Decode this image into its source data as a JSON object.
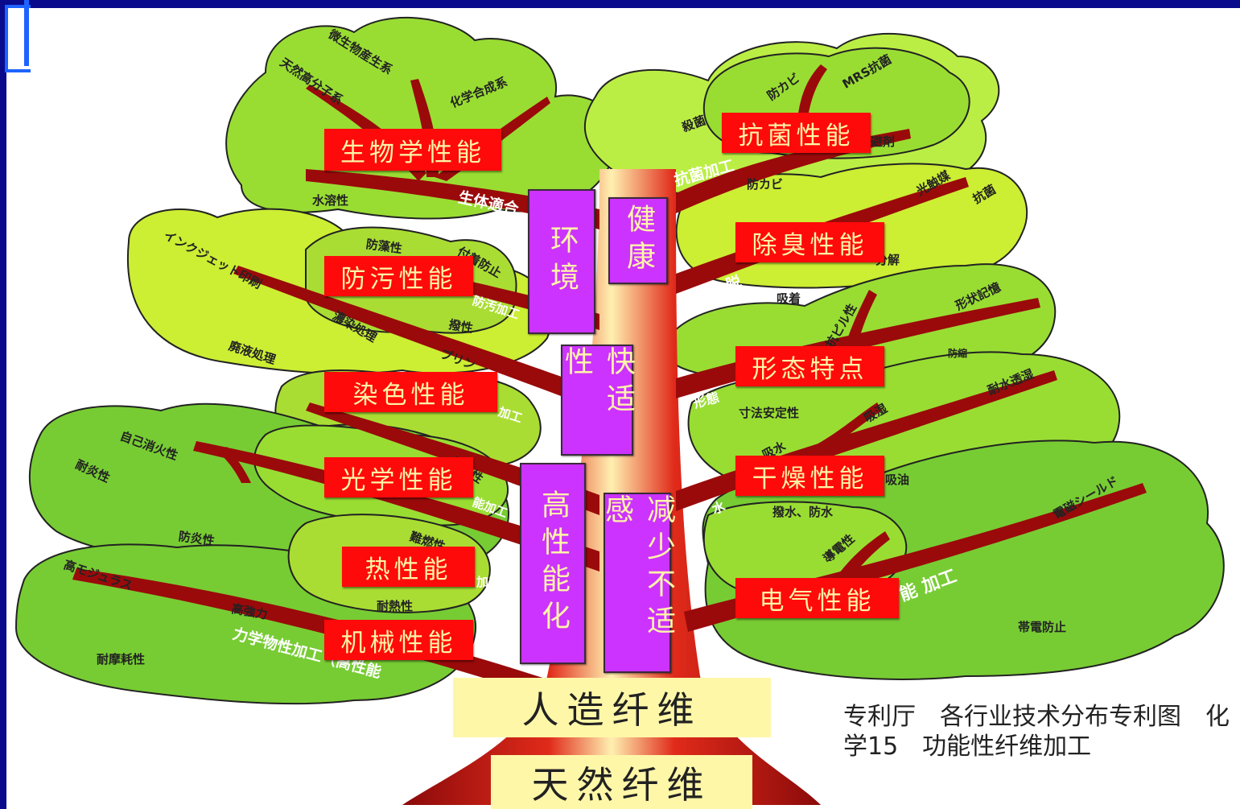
{
  "center_boxes": {
    "artificial_fiber": "人造纤维",
    "natural_fiber": "天然纤维"
  },
  "category_boxes": {
    "environment": "环境",
    "health": "健康",
    "comfort": "快适性",
    "high_performance": "高性能化",
    "reduce_discomfort": "减少不适感"
  },
  "performance_boxes": {
    "biological": "生物学性能",
    "antifouling": "防污性能",
    "dyeing": "染色性能",
    "optical": "光学性能",
    "thermal": "热性能",
    "mechanical": "机械性能",
    "antibacterial": "抗菌性能",
    "deodorizing": "除臭性能",
    "morphology": "形态特点",
    "drying": "干燥性能",
    "electrical": "电气性能"
  },
  "leaf_labels": {
    "microbe": "微生物産生系",
    "natural_polymer": "天然高分子系",
    "chemical_synth": "化学合成系",
    "water_soluble": "水溶性",
    "bio_compat": "生体適合",
    "inkjet": "インクジェット印刷",
    "antifouling_leaf": "防藻性",
    "adhesion": "付着防止",
    "antistain_proc": "防汚加工",
    "stainproof": "撥性",
    "dye_proc": "濃染処理",
    "dye_liquid": "廃液処理",
    "print": "プリン",
    "self_extinguish": "自己消火性",
    "flame_res": "耐炎性",
    "flame_prev": "防炎性",
    "reflect": "反射性",
    "light_proc": "能加工",
    "flame_retard": "難燃性",
    "high_modulus": "高モジュラス",
    "high_strength": "高強力",
    "heat_res": "耐熱性",
    "wear_res": "耐摩耗性",
    "mech_branch": "力学物性加工（高性能",
    "heat_proc": "加工",
    "sterilize": "殺菌",
    "antimold": "防カビ",
    "mrsa": "MRS抗菌",
    "agent": "避剤",
    "antibac_proc": "抗菌加工",
    "antimold2": "防カビ",
    "photocat": "光触媒",
    "antibac2": "抗菌",
    "decompose": "分解",
    "deodor_branch": "消臭・脱",
    "adsorb": "吸着",
    "shape_mem": "形状記憶",
    "antipill": "抗ピル性",
    "shrink": "防縮",
    "form_branch": "形態",
    "dim_stable": "寸法安定性",
    "water_res": "耐水透湿",
    "moisture": "吸湿",
    "water_abs": "吸水",
    "oil_abs": "吸油",
    "water_repel": "撥水、防水",
    "water_branch": "水",
    "conductive": "導電性",
    "emi": "電磁シールド",
    "elec_proc": "能 加工",
    "antistatic": "帯電防止",
    "dye_proc2": "加工"
  },
  "caption": "专利厅　各行业技术分布专利图　化学15　功能性纤维加工"
}
